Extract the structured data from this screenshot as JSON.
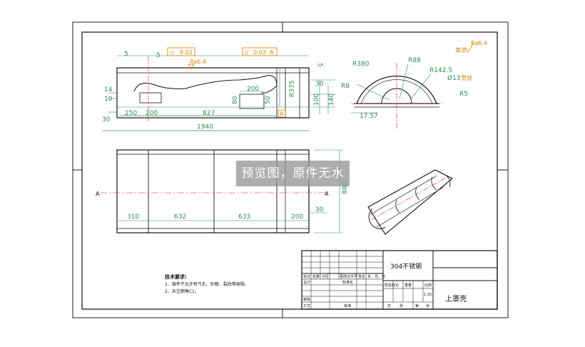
{
  "watermark": "预览图，原件无水印",
  "front_view": {
    "dims": {
      "top_left_5": "5",
      "top_mid_5": "5",
      "top_right_5": "5",
      "flatness": "0.02",
      "parallel": "0.02",
      "datum_a": "A",
      "roughness": "Ra6.4",
      "h14": "14",
      "h10": "10",
      "h30_left": "30",
      "w250": "250",
      "w200": "200",
      "w827": "827",
      "w1940": "1940",
      "w200_slot": "200",
      "h80": "80",
      "h50": "50",
      "r375": "R375",
      "h30_right": "30",
      "h100": "100",
      "h140": "140",
      "datum_a_bottom": "A"
    }
  },
  "side_view": {
    "dims": {
      "r380": "R380",
      "r88": "R88",
      "r1425": "R142.5",
      "hole": "Ø13",
      "through": "贯穿",
      "r8": "R8",
      "r5": "R5",
      "w1757": "17.57"
    }
  },
  "top_right_roughness": {
    "prefix": "其余",
    "value": "Ra6.4"
  },
  "plan_view": {
    "dims": {
      "w310": "310",
      "w632": "632",
      "w633": "633",
      "w200": "200",
      "h30": "30",
      "h880": "880",
      "section_left": "A",
      "section_right": "A"
    }
  },
  "tech_req": {
    "title": "技术要求:",
    "line1": "1、铸件不允许有气孔、砂眼、裂纹等缺陷;",
    "line2": "2、未注倒角C1。"
  },
  "title_block": {
    "material": "304不锈钢",
    "part_name": "上罩壳",
    "scale": "1:10",
    "h_mark": "标记",
    "h_qty": "处数",
    "h_zone": "分区",
    "h_doc": "更改文件号",
    "h_sign": "签名",
    "h_date": "年、月、日",
    "design": "设计",
    "standard": "标准化",
    "review": "审核",
    "process": "工艺",
    "approve": "批准",
    "stage": "阶段标记",
    "weight": "重量",
    "ratio": "比例",
    "total": "共",
    "sheet": "张",
    "page": "第",
    "page_unit": "张"
  }
}
